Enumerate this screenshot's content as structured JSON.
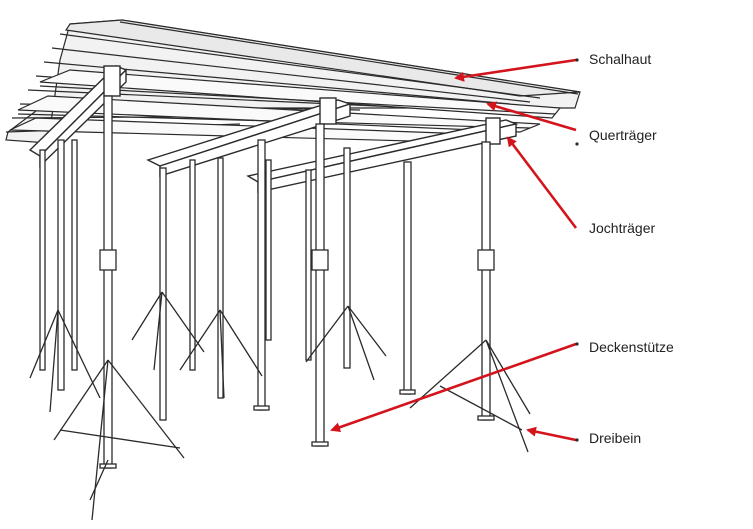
{
  "labels": [
    {
      "id": "schalhaut",
      "text": "Schalhaut"
    },
    {
      "id": "quertraeger",
      "text": "Querträger"
    },
    {
      "id": "jochtraeger",
      "text": "Jochträger"
    },
    {
      "id": "deckenstuetze",
      "text": "Deckenstütze"
    },
    {
      "id": "dreibein",
      "text": "Dreibein"
    }
  ],
  "colors": {
    "arrow": "#d4141c",
    "line_art": "#2b2b2b",
    "fill_light": "#f4f4f4",
    "background": "#ffffff"
  }
}
